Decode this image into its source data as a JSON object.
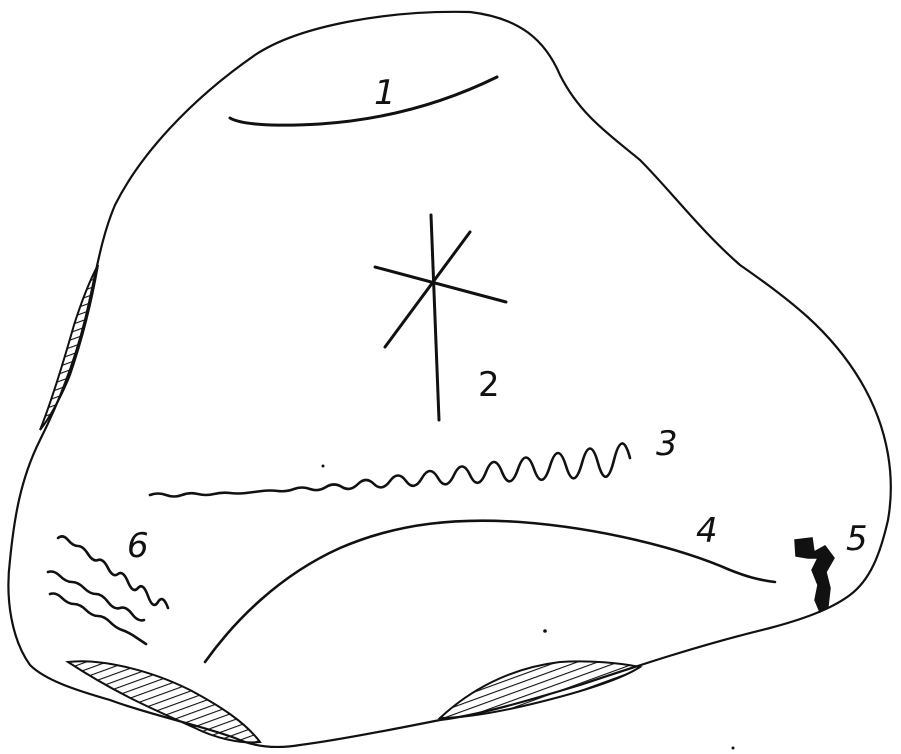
{
  "labels": {
    "l1": "1",
    "l2": "2",
    "l3": "3",
    "l4": "4",
    "l5": "5",
    "l6": "6"
  },
  "colors": {
    "ink": "#111111",
    "paper": "#ffffff"
  }
}
